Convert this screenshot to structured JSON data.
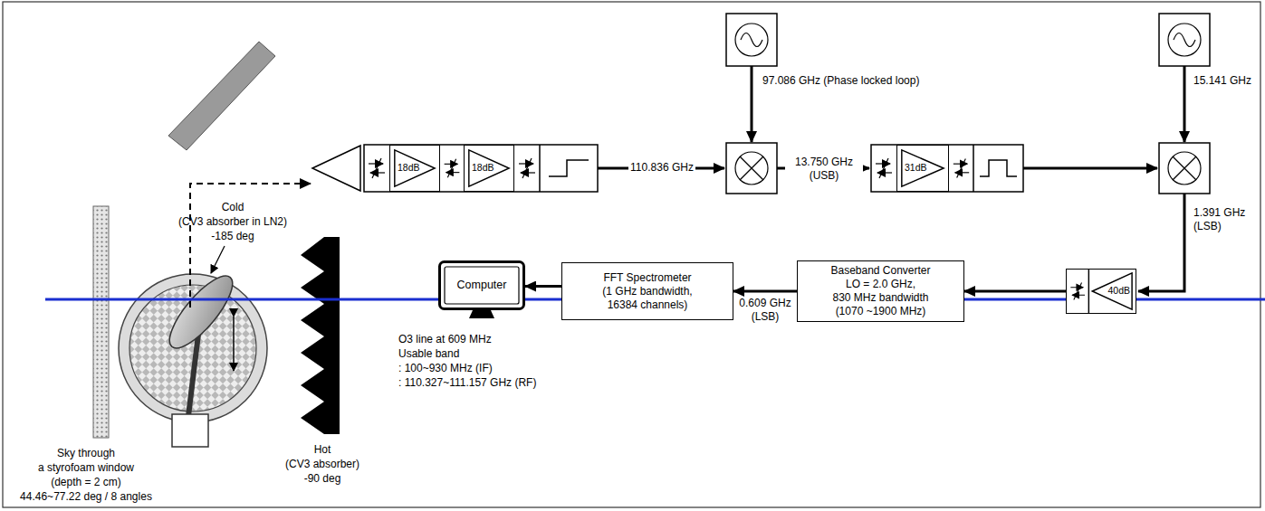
{
  "diagram": {
    "nodes": [
      {
        "text": [
          "18dB"
        ]
      },
      {
        "text": [
          "18dB"
        ]
      },
      {
        "text": [
          "31dB"
        ]
      },
      {
        "text": [
          "40dB"
        ]
      },
      {
        "text": [
          "Baseband Converter",
          "LO = 2.0 GHz,",
          "830 MHz bandwidth",
          "(1070 ~1900 MHz)"
        ]
      },
      {
        "text": [
          "FFT Spectrometer",
          "(1 GHz bandwidth,",
          "16384 channels)"
        ]
      },
      {
        "text": [
          "Computer"
        ]
      }
    ],
    "edges": [
      {
        "from": 3,
        "to": 4,
        "arrow": "to"
      },
      {
        "from": 4,
        "to": 5,
        "arrow": "to",
        "label": "0.609 GHz (LSB)"
      },
      {
        "from": 5,
        "to": 6,
        "arrow": "to"
      }
    ],
    "labels": [
      "97.086 GHz (Phase locked loop)",
      "15.141 GHz",
      "110.836 GHz",
      "13.750 GHz (USB)",
      "1.391 GHz (LSB)",
      "Cold",
      "(CV3 absorber in LN2)",
      "-185 deg",
      "Hot",
      "(CV3 absorber)",
      "-90 deg",
      "Sky through",
      "a styrofoam window",
      "(depth = 2 cm)",
      "44.46~77.22 deg / 8 angles",
      "O3 line at 609 MHz",
      "Usable band",
      ": 100~930 MHz (IF)",
      ": 110.327~111.157 GHz (RF)"
    ]
  }
}
